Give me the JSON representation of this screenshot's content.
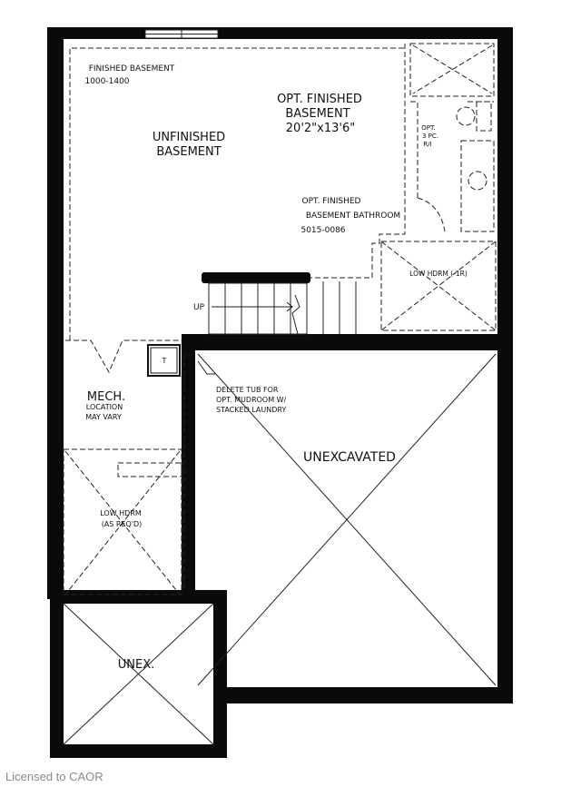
{
  "labels": {
    "finished_basement_1": "FINISHED BASEMENT",
    "finished_basement_2": "1000-1400",
    "opt_finished_1": "OPT. FINISHED",
    "opt_finished_2": "BASEMENT",
    "opt_finished_3": "20'2\"x13'6\"",
    "unfinished_1": "UNFINISHED",
    "unfinished_2": "BASEMENT",
    "opt_3pc_1": "OPT.",
    "opt_3pc_2": "3 PC.",
    "opt_3pc_3": "R/I",
    "bathroom_1": "OPT. FINISHED",
    "bathroom_2": "BASEMENT BATHROOM",
    "bathroom_3": "5015-0086",
    "low_hdrm_right": "LOW HDRM (-1R)",
    "up": "UP",
    "tank": "T",
    "delete_tub_1": "DELETE TUB FOR",
    "delete_tub_2": "OPT. MUDROOM W/",
    "delete_tub_3": "STACKED LAUNDRY",
    "mech": "MECH.",
    "mech_2": "LOCATION",
    "mech_3": "MAY VARY",
    "low_hdrm_left_1": "LOW HDRM",
    "low_hdrm_left_2": "(AS REQ'D)",
    "unexcavated": "UNEXCAVATED",
    "unex": "UNEX."
  },
  "footer": "Licensed to CAOR"
}
